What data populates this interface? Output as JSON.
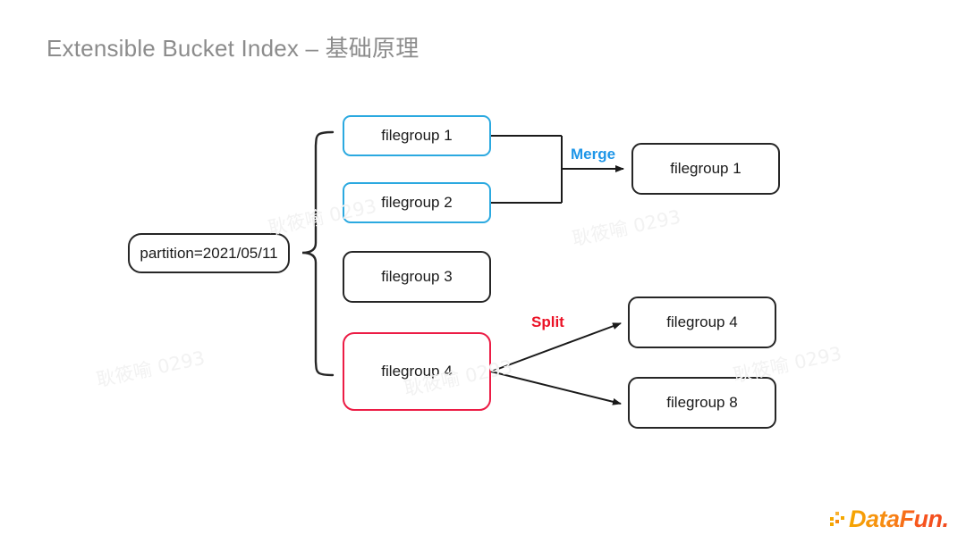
{
  "slide": {
    "title": "Extensible Bucket Index – 基础原理",
    "background_color": "#ffffff",
    "title_color": "#8c8c8c"
  },
  "diagram": {
    "type": "flow-diagram",
    "source_node": {
      "label": "partition=2021/05/11",
      "border_color": "#262626"
    },
    "grouped_nodes": [
      {
        "label": "filegroup 1",
        "border_color": "#2BA9E0",
        "role": "merge-input"
      },
      {
        "label": "filegroup 2",
        "border_color": "#2BA9E0",
        "role": "merge-input"
      },
      {
        "label": "filegroup 3",
        "border_color": "#262626",
        "role": "unchanged"
      },
      {
        "label": "filegroup 4",
        "border_color": "#EC1C45",
        "role": "split-input"
      }
    ],
    "operations": [
      {
        "label": "Merge",
        "color": "#1E96E8"
      },
      {
        "label": "Split",
        "color": "#EB1226"
      }
    ],
    "result_nodes": [
      {
        "label": "filegroup 1",
        "border_color": "#262626",
        "from": "Merge"
      },
      {
        "label": "filegroup 4",
        "border_color": "#262626",
        "from": "Split"
      },
      {
        "label": "filegroup 8",
        "border_color": "#262626",
        "from": "Split"
      }
    ]
  },
  "watermarks": {
    "text": "耿筱喻 0293",
    "color": "#f2f2f2"
  },
  "logo": {
    "text": "DataFun.",
    "accent_color": "#F7941E"
  }
}
